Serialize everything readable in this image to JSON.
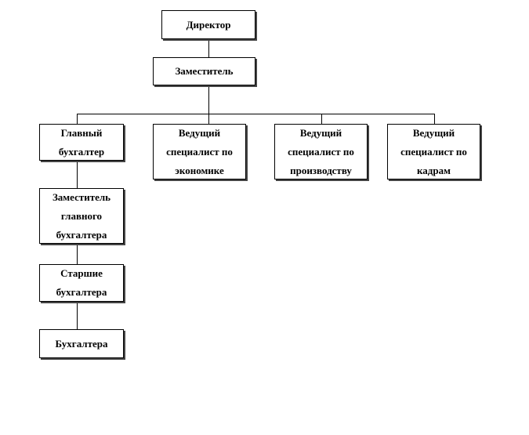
{
  "nodes": {
    "director": "Директор",
    "deputy": "Заместитель",
    "chief_accountant": "Главный бухгалтер",
    "lead_economics": "Ведущий специалист по экономике",
    "lead_production": "Ведущий специалист по производству",
    "lead_hr": "Ведущий специалист по кадрам",
    "deputy_chief_accountant": "Заместитель главного бухгалтера",
    "senior_accountants": "Старшие бухгалтера",
    "accountants": "Бухгалтера"
  }
}
